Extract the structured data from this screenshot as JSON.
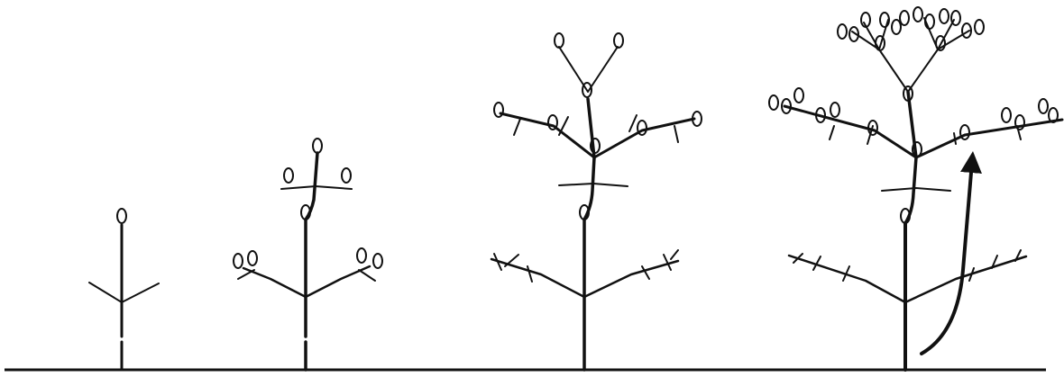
{
  "figure": {
    "stroke_color": "#111111",
    "background_color": "#ffffff",
    "plants": [
      {
        "stage": 1
      },
      {
        "stage": 2
      },
      {
        "stage": 3
      },
      {
        "stage": 4
      }
    ],
    "has_growth_arrow": true
  }
}
